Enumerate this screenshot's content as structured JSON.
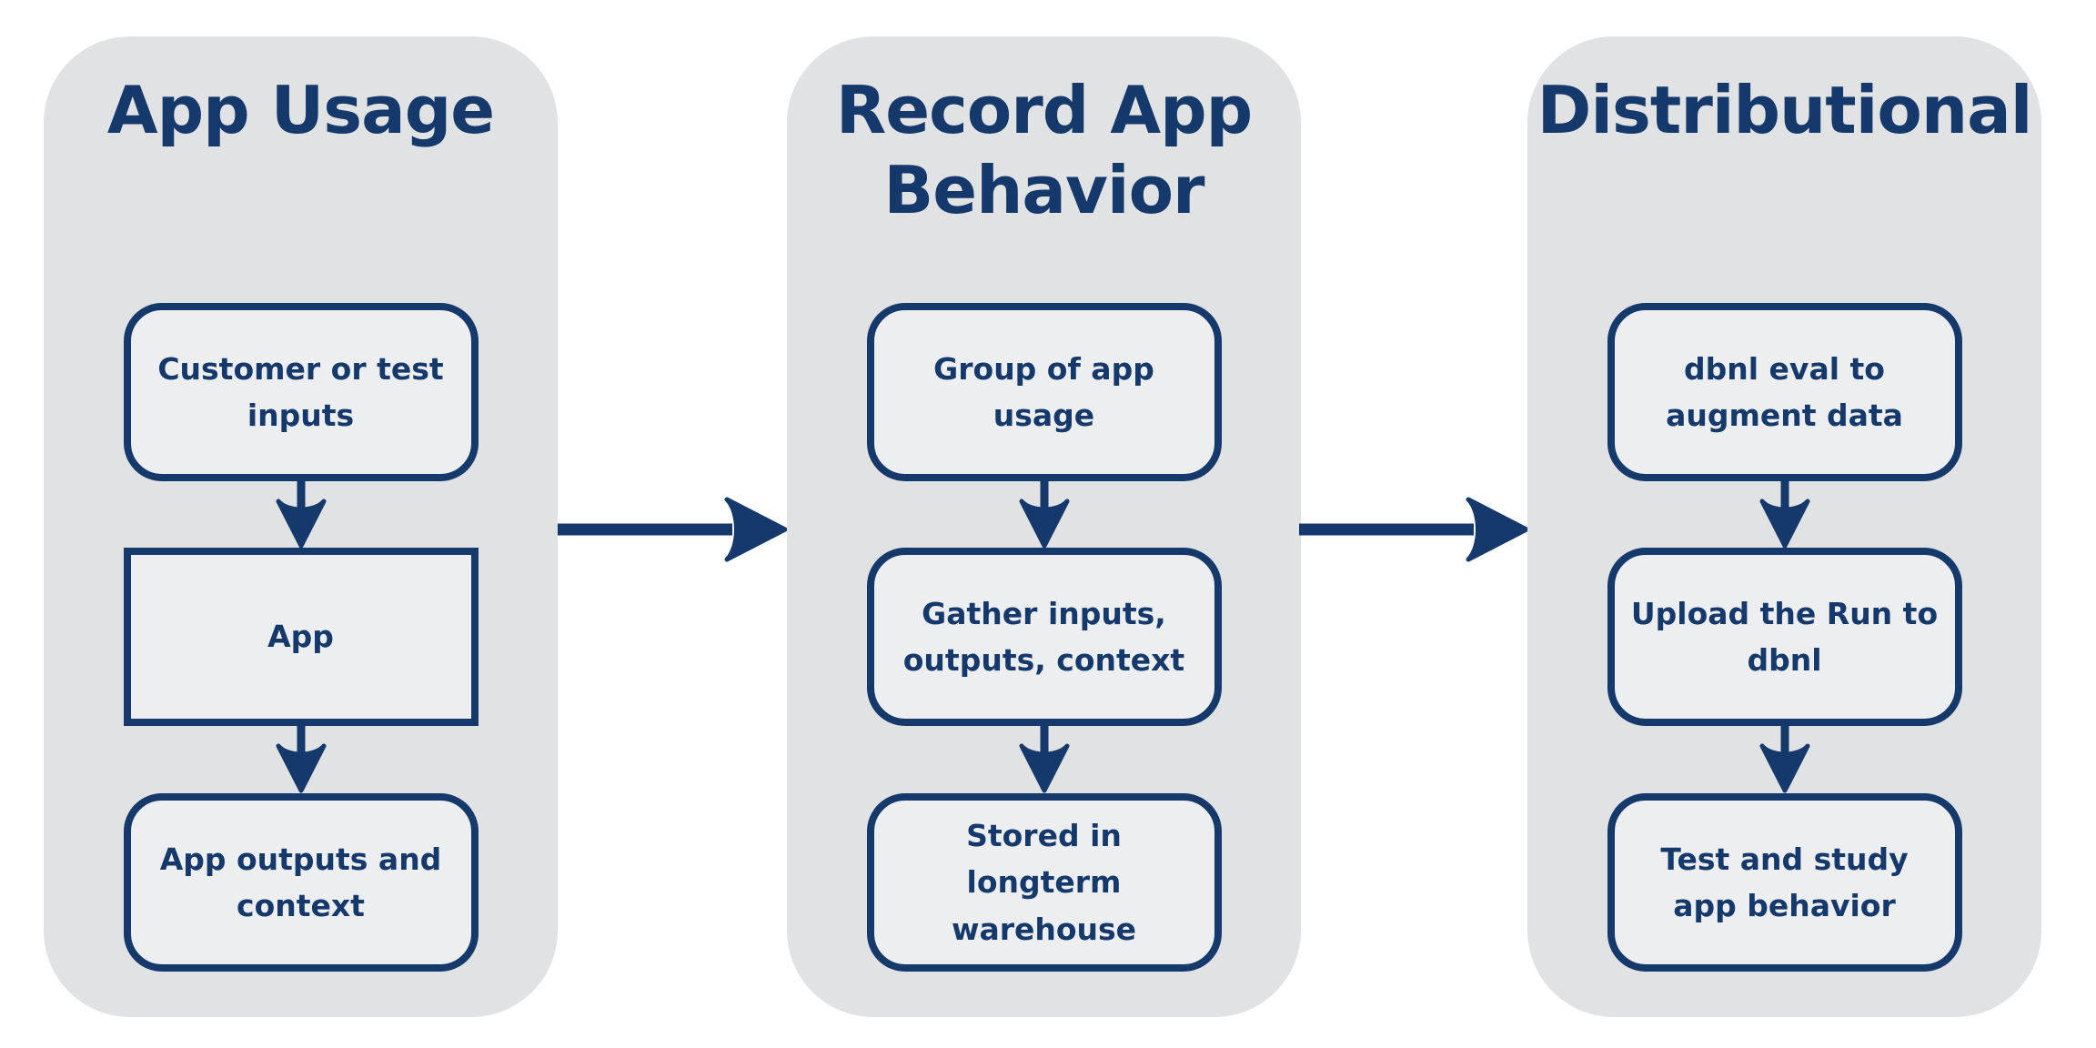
{
  "diagram": {
    "colors": {
      "accent_navy": "#15396B",
      "panel_background": "#E1E2E4",
      "box_fill": "#EDEEF0",
      "page_background": "#FFFFFF"
    },
    "columns": [
      {
        "title": "App Usage",
        "boxes": [
          {
            "label": "Customer or test\ninputs",
            "shape": "rounded"
          },
          {
            "label": "App",
            "shape": "rectangle"
          },
          {
            "label": "App outputs and\ncontext",
            "shape": "rounded"
          }
        ]
      },
      {
        "title": "Record App\nBehavior",
        "boxes": [
          {
            "label": "Group of app\nusage",
            "shape": "rounded"
          },
          {
            "label": "Gather inputs,\noutputs, context",
            "shape": "rounded"
          },
          {
            "label": "Stored in\nlongterm\nwarehouse",
            "shape": "rounded"
          }
        ]
      },
      {
        "title": "Distributional",
        "boxes": [
          {
            "label": "dbnl eval to\naugment data",
            "shape": "rounded"
          },
          {
            "label": "Upload the Run to\ndbnl",
            "shape": "rounded"
          },
          {
            "label": "Test and study\napp behavior",
            "shape": "rounded"
          }
        ]
      }
    ],
    "connectors": {
      "between_boxes": "arrow-down",
      "between_columns": "arrow-right"
    }
  }
}
